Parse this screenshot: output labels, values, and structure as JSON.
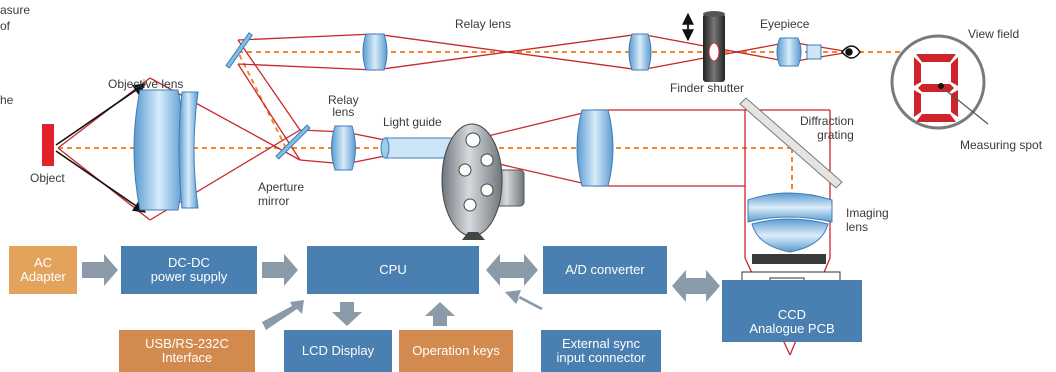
{
  "left_text": [
    "asure",
    "of",
    "",
    "",
    "he"
  ],
  "labels": {
    "relay_lens_top": "Relay lens",
    "eyepiece": "Eyepiece",
    "view_field": "View field",
    "objective_lens": "Objective lens",
    "relay_lens_mid": "Relay\nlens",
    "light_guide": "Light guide",
    "finder_shutter": "Finder shutter",
    "diffraction_grating": "Diffraction\ngrating",
    "measuring_spot": "Measuring spot",
    "object": "Object",
    "aperture_mirror": "Aperture\nmirror",
    "imaging_lens": "Imaging\nlens"
  },
  "blocks": {
    "ac_adapter": "AC\nAdapter",
    "dcdc": "DC-DC\npower supply",
    "cpu": "CPU",
    "adc": "A/D converter",
    "ccd": "CCD\nAnalogue PCB",
    "usb": "USB/RS-232C\nInterface",
    "lcd": "LCD Display",
    "opkeys": "Operation keys",
    "ext_sync": "External sync\ninput connector"
  },
  "colors": {
    "ray_red": "#c8282c",
    "axis_orange": "#f08a28",
    "block_blue": "#4a7fb1",
    "block_orange": "#d38a4e",
    "arrow_grey": "#8a9aa8",
    "lens_blue": "#7fb6e0"
  }
}
